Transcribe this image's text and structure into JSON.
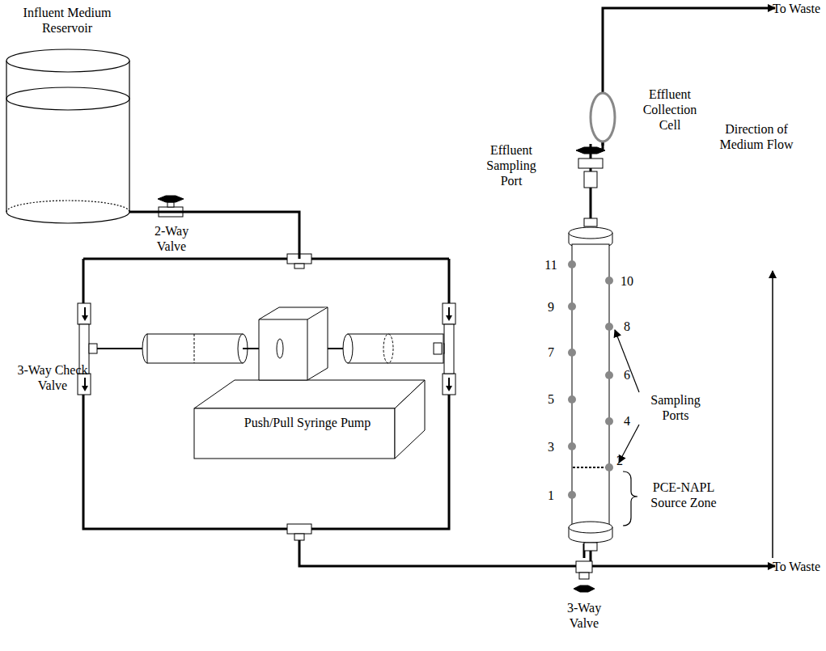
{
  "diagram": {
    "nodes": [
      {
        "text": [
          "Influent Medium Reservoir"
        ]
      },
      {
        "text": [
          "Push/Pull Syringe Pump"
        ]
      },
      {
        "text": [
          "Effluent Collection Cell"
        ]
      }
    ],
    "edges": [
      {
        "from": 0,
        "to": 1,
        "arrow": "none"
      }
    ],
    "labels": [
      "2-Way Valve",
      "3-Way Check Valve",
      "Effluent Sampling Port",
      "Direction of Medium Flow",
      "11",
      "10",
      "9",
      "8",
      "7",
      "6",
      "5",
      "4",
      "3",
      "2",
      "1",
      "Sampling Ports",
      "PCE-NAPL Source Zone",
      "To Waste",
      "To Waste",
      "3-Way Valve"
    ]
  }
}
